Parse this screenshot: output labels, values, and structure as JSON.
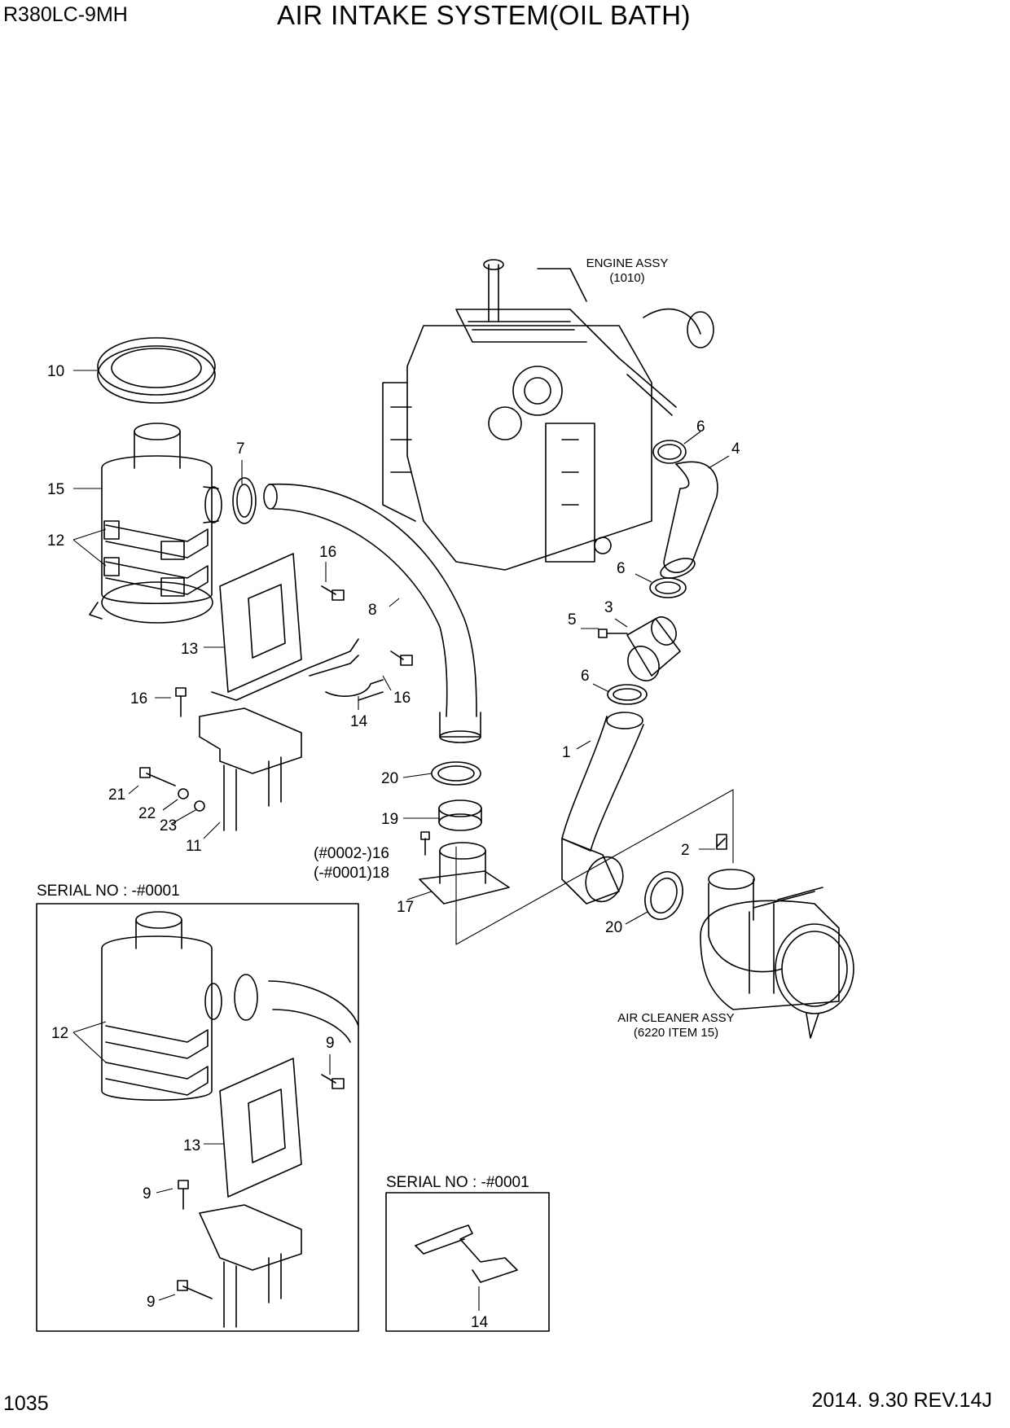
{
  "header": {
    "model": "R380LC-9MH",
    "title": "AIR INTAKE SYSTEM(OIL BATH)"
  },
  "footer": {
    "page_number": "1035",
    "revision": "2014. 9.30  REV.14J"
  },
  "references": {
    "engine_assy_line1": "ENGINE ASSY",
    "engine_assy_line2": "(1010)",
    "air_cleaner_line1": "AIR CLEANER ASSY",
    "air_cleaner_line2": "(6220 ITEM 15)"
  },
  "insets": {
    "serial_a": "SERIAL NO : -#0001",
    "serial_b": "SERIAL NO : -#0001"
  },
  "callouts": {
    "c10": "10",
    "c15": "15",
    "c12a": "12",
    "c7": "7",
    "c16a": "16",
    "c8": "8",
    "c13a": "13",
    "c16b": "16",
    "c16c": "16",
    "c14a": "14",
    "c21": "21",
    "c22": "22",
    "c23": "23",
    "c11": "11",
    "c20a": "20",
    "c19": "19",
    "c16_18a": "(#0002-)16",
    "c16_18b": "(-#0001)18",
    "c17": "17",
    "c6a": "6",
    "c4": "4",
    "c6b": "6",
    "c3": "3",
    "c5": "5",
    "c6c": "6",
    "c1": "1",
    "c2": "2",
    "c20b": "20",
    "c12b": "12",
    "c9a": "9",
    "c13b": "13",
    "c9b": "9",
    "c9c": "9",
    "c14b": "14"
  }
}
